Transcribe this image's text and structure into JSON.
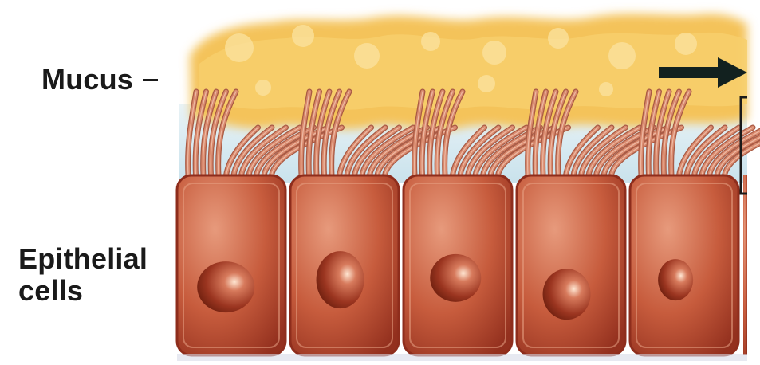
{
  "labels": {
    "mucus": "Mucus",
    "epithelial_line1": "Epithelial",
    "epithelial_line2": "cells"
  },
  "colors": {
    "mucus": "#f6c75a",
    "mucus_highlight": "#fbe7a5",
    "cilia": "#d98a6e",
    "cell_body": "#c2563a",
    "cell_border": "#8e2d1c",
    "nucleus": "#9a3320",
    "watery_layer": "#dceef4",
    "arrow": "#12211f"
  },
  "cell_count": 5,
  "icons": {
    "arrow": "right-arrow-icon"
  }
}
